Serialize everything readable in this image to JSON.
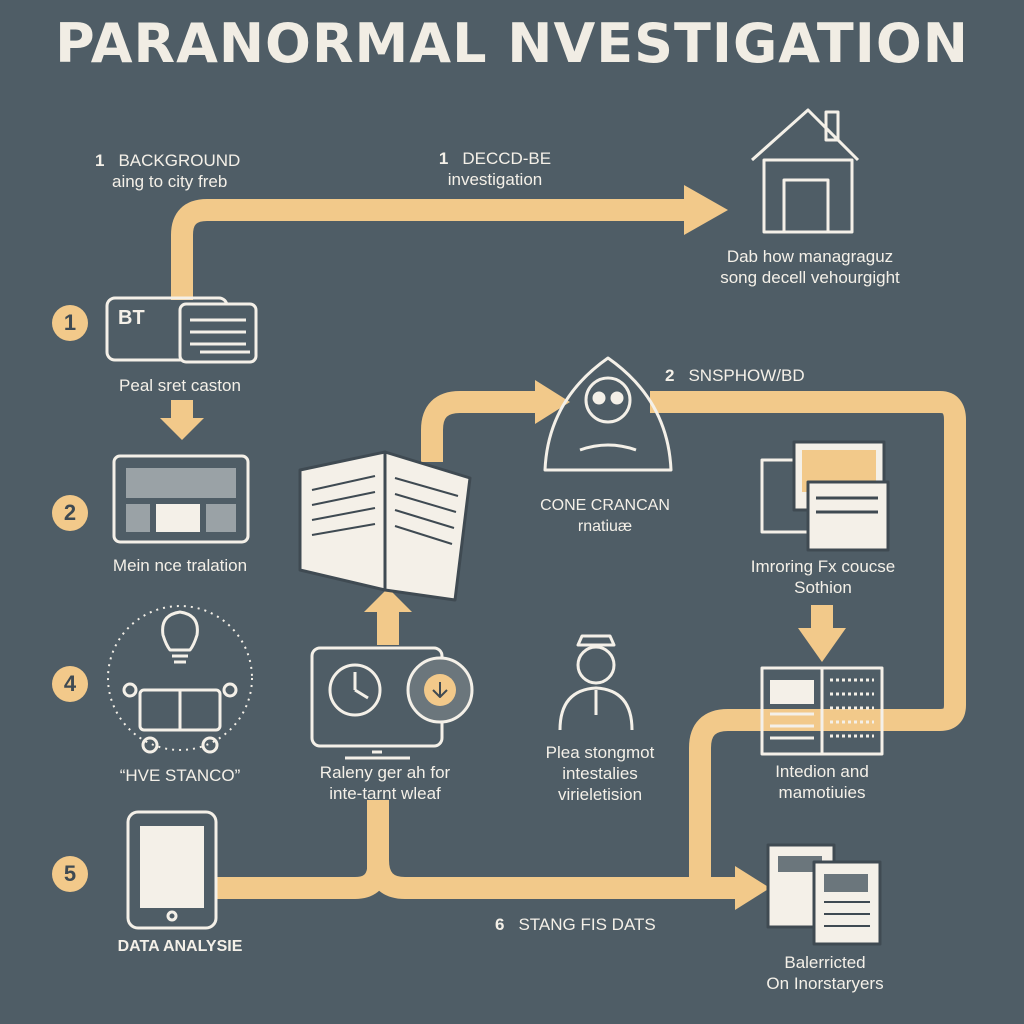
{
  "title": "PARANORMAL NVESTIGATION",
  "colors": {
    "background": "#4f5d66",
    "arrow": "#f2c98a",
    "icon": "#f4f0e8",
    "badge": "#f2c98a"
  },
  "badges": [
    "1",
    "2",
    "4",
    "5"
  ],
  "labels": {
    "background_num": "1",
    "background_line1": "BACKGROUND",
    "background_line2": "aing to city freb",
    "decode_num": "1",
    "decode_line1": "DECCD-BE",
    "decode_line2": "investigation",
    "house_line1": "Dab how managraguz",
    "house_line2": "song decell vehourgight",
    "device_label": "Peal sret caston",
    "monitor_label": "Mein nce tralation",
    "snapshow_num": "2",
    "snapshow_text": "SNSPHOW/BD",
    "ghost_line1": "CONE CRANCAN",
    "ghost_line2": "rnatiuæ",
    "improving_line1": "Imroring Fx coucse",
    "improving_line2": "Sothion",
    "stanco_label": "“HVE STANCO”",
    "clock_line1": "Raleny ger ah for",
    "clock_line2": "inte-tarnt wleaf",
    "plea_line1": "Plea stongmot",
    "plea_line2": "intestalies",
    "plea_line3": "virieletision",
    "intedion_line1": "Intedion and",
    "intedion_line2": "mamotiuies",
    "data_label": "DATA ANALYSIE",
    "stang_num": "6",
    "stang_text": "STANG FIS DATS",
    "bottom_line1": "Balerricted",
    "bottom_line2": "On Inorstaryers"
  },
  "icons": [
    "bt-box-icon",
    "document-stack-icon",
    "monitor-icon",
    "lightbulb-icon",
    "machine-icon",
    "open-book-icon",
    "clock-monitor-icon",
    "download-icon",
    "hooded-figure-icon",
    "house-icon",
    "photo-stack-icon",
    "person-icon",
    "newspaper-icon",
    "tablet-icon",
    "document-pair-icon"
  ],
  "bt_text": "BT"
}
